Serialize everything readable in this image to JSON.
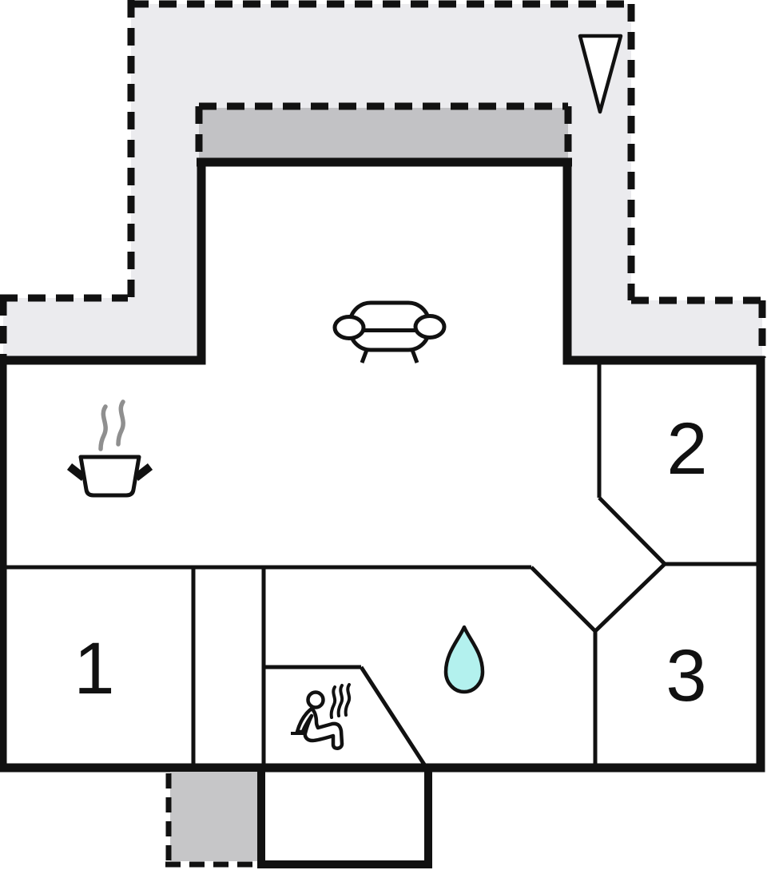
{
  "plan": {
    "type": "floor-plan",
    "rooms": [
      {
        "name": "bedroom-1",
        "label": "1"
      },
      {
        "name": "bedroom-2",
        "label": "2"
      },
      {
        "name": "bedroom-3",
        "label": "3"
      }
    ],
    "areas": {
      "terrace": "terrace-area",
      "covered_terrace": "covered-terrace-area",
      "living_room": "living-room-area",
      "kitchen": "kitchen-area",
      "bathroom": "bathroom-area",
      "sauna": "sauna-area",
      "entrance": "entrance-area",
      "porch": "porch-area"
    },
    "icons": {
      "north_arrow": "north-arrow-icon",
      "sofa": "sofa-icon",
      "cooking_pot": "cooking-pot-icon",
      "water_drop": "water-drop-icon",
      "sauna_person": "sauna-icon",
      "steam": "steam-icon"
    },
    "colors": {
      "wall": "#111111",
      "label": "#111111",
      "terrace": "#ebebee",
      "covered_terrace": "#c2c2c5",
      "entrance": "#c6c6c8",
      "water_drop": "#b3f1ee",
      "steam": "#8f8f8f"
    }
  }
}
